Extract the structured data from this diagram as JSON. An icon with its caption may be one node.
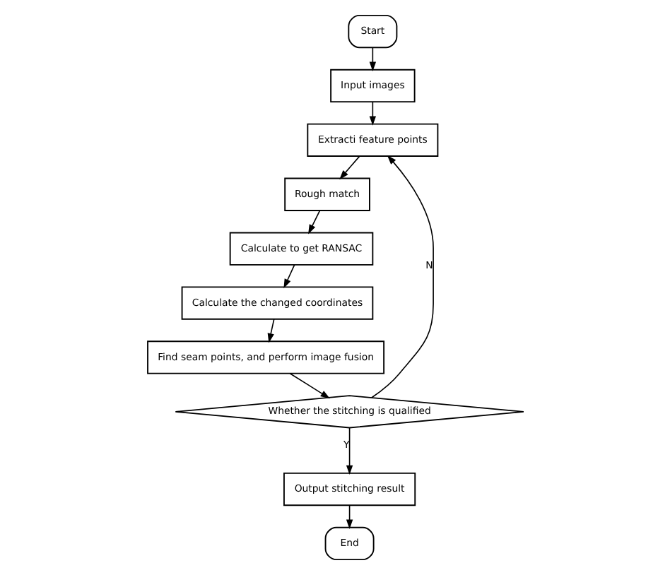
{
  "diagram": {
    "nodes": [
      {
        "text": [
          "Start"
        ]
      },
      {
        "text": [
          "Input images"
        ]
      },
      {
        "text": [
          "Extracti feature points"
        ]
      },
      {
        "text": [
          "Rough match"
        ]
      },
      {
        "text": [
          "Calculate to get RANSAC"
        ]
      },
      {
        "text": [
          "Calculate the changed coordinates"
        ]
      },
      {
        "text": [
          "Find seam points, and perform image fusion"
        ]
      },
      {
        "text": [
          "Whether the stitching is qualified"
        ]
      },
      {
        "text": [
          "Output stitching result"
        ]
      },
      {
        "text": [
          "End"
        ]
      }
    ],
    "edges": [
      {
        "from": 0,
        "to": 1,
        "arrow": "to"
      },
      {
        "from": 1,
        "to": 2,
        "arrow": "to"
      },
      {
        "from": 2,
        "to": 3,
        "arrow": "to"
      },
      {
        "from": 3,
        "to": 4,
        "arrow": "to"
      },
      {
        "from": 4,
        "to": 5,
        "arrow": "to"
      },
      {
        "from": 5,
        "to": 6,
        "arrow": "to"
      },
      {
        "from": 6,
        "to": 7,
        "arrow": "to"
      },
      {
        "from": 7,
        "to": 8,
        "arrow": "to",
        "label": "Y"
      },
      {
        "from": 8,
        "to": 9,
        "arrow": "to"
      },
      {
        "from": 7,
        "to": 2,
        "arrow": "to",
        "label": "N"
      }
    ]
  }
}
